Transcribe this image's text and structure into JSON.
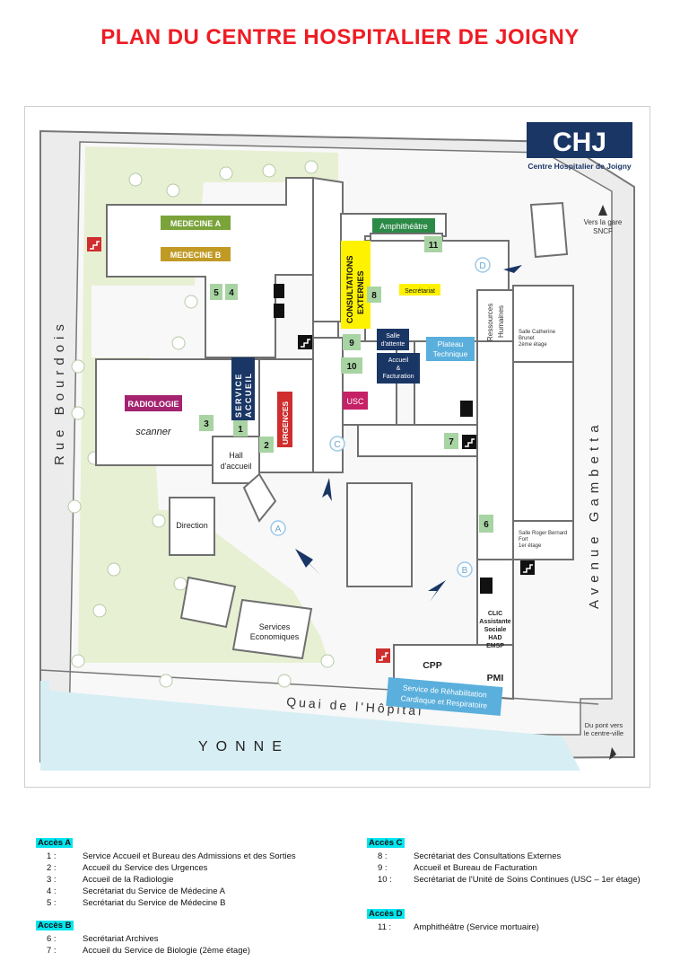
{
  "title": "PLAN DU CENTRE HOSPITALIER DE JOIGNY",
  "logo": {
    "letters": "CHJ",
    "subtitle": "Centre Hospitalier de Joigny"
  },
  "streets": {
    "rue_bourdois": "Rue Bourdois",
    "avenue_gambetta": "Avenue Gambetta",
    "quai": "Quai de l'Hôpital",
    "river": "YONNE"
  },
  "notes": {
    "gare_1": "Vers la gare",
    "gare_2": "SNCF",
    "pont_1": "Du pont vers",
    "pont_2": "le centre-ville"
  },
  "buildings": {
    "medecine_a": "MEDECINE A",
    "medecine_b": "MEDECINE B",
    "amphitheatre": "Amphithéâtre",
    "consultations_1": "CONSULTATIONS",
    "consultations_2": "EXTERNES",
    "secretariat": "Secrétariat",
    "ressources_1": "Ressources",
    "ressources_2": "Humaines",
    "catherine_1": "Salle Catherine",
    "catherine_2": "Brunet",
    "catherine_3": "2ème étage",
    "salle_attente_1": "Salle",
    "salle_attente_2": "d'attente",
    "accueil_fact_1": "Accueil",
    "accueil_fact_2": "&",
    "accueil_fact_3": "Facturation",
    "plateau_1": "Plateau",
    "plateau_2": "Technique",
    "radiologie": "RADIOLOGIE",
    "scanner": "scanner",
    "service_accueil_1": "SERVICE",
    "service_accueil_2": "ACCUEIL",
    "urgences": "URGENCES",
    "usc": "USC",
    "hall_1": "Hall",
    "hall_2": "d'accueil",
    "direction": "Direction",
    "services_eco_1": "Services",
    "services_eco_2": "Economiques",
    "roger_1": "Salle Roger Bernard",
    "roger_2": "Fort",
    "roger_3": "1er étage",
    "clic": [
      "CLIC",
      "Assistante",
      "Sociale",
      "HAD",
      "EMSP"
    ],
    "cpp": "CPP",
    "pmi": "PMI",
    "rehab_1": "Service de Réhabilitation",
    "rehab_2": "Cardiaque et Respiratoire"
  },
  "markers": {
    "m1": "1",
    "m2": "2",
    "m3": "3",
    "m4": "4",
    "m5": "5",
    "m6": "6",
    "m7": "7",
    "m8": "8",
    "m9": "9",
    "m10": "10",
    "m11": "11"
  },
  "access_markers": {
    "a": "A",
    "b": "B",
    "c": "C",
    "d": "D"
  },
  "legend": {
    "acces_a": {
      "label": "Accès A",
      "items": [
        {
          "num": "1",
          "text": "Service Accueil et Bureau des Admissions et des Sorties"
        },
        {
          "num": "2",
          "text": "Accueil du Service des Urgences"
        },
        {
          "num": "3",
          "text": "Accueil de la Radiologie"
        },
        {
          "num": "4",
          "text": "Secrétariat du Service de Médecine A"
        },
        {
          "num": "5",
          "text": "Secrétariat du Service de Médecine B"
        }
      ]
    },
    "acces_b": {
      "label": "Accès B",
      "items": [
        {
          "num": "6",
          "text": "Secrétariat Archives"
        },
        {
          "num": "7",
          "text": "Accueil du Service de Biologie (2ème étage)"
        }
      ]
    },
    "acces_c": {
      "label": "Accès C",
      "items": [
        {
          "num": "8",
          "text": "Secrétariat des Consultations Externes"
        },
        {
          "num": "9",
          "text": "Accueil et Bureau de Facturation"
        },
        {
          "num": "10",
          "text": "Secrétariat de l'Unité de Soins Continues (USC – 1er étage)"
        }
      ]
    },
    "acces_d": {
      "label": "Accès D",
      "items": [
        {
          "num": "11",
          "text": "Amphithéâtre (Service mortuaire)"
        }
      ]
    }
  },
  "colors": {
    "title": "#ee1c24",
    "green_park": "#e8f0d4",
    "road": "#ebebeb",
    "building_fill": "#ffffff",
    "building_stroke": "#6f6f6f",
    "marker_green": "#a8d4a3",
    "medecine_a": "#7aa33a",
    "medecine_b": "#c19a26",
    "amphitheatre": "#2c8a47",
    "consultations": "#fff200",
    "navy": "#1a3665",
    "plateau": "#5aafdc",
    "radiologie": "#a3236f",
    "urgences": "#d02d2e",
    "usc": "#c62066",
    "river": "#d7eef4",
    "access_circle": "#9cc9e8",
    "accent_cyan": "#00e5ee"
  }
}
